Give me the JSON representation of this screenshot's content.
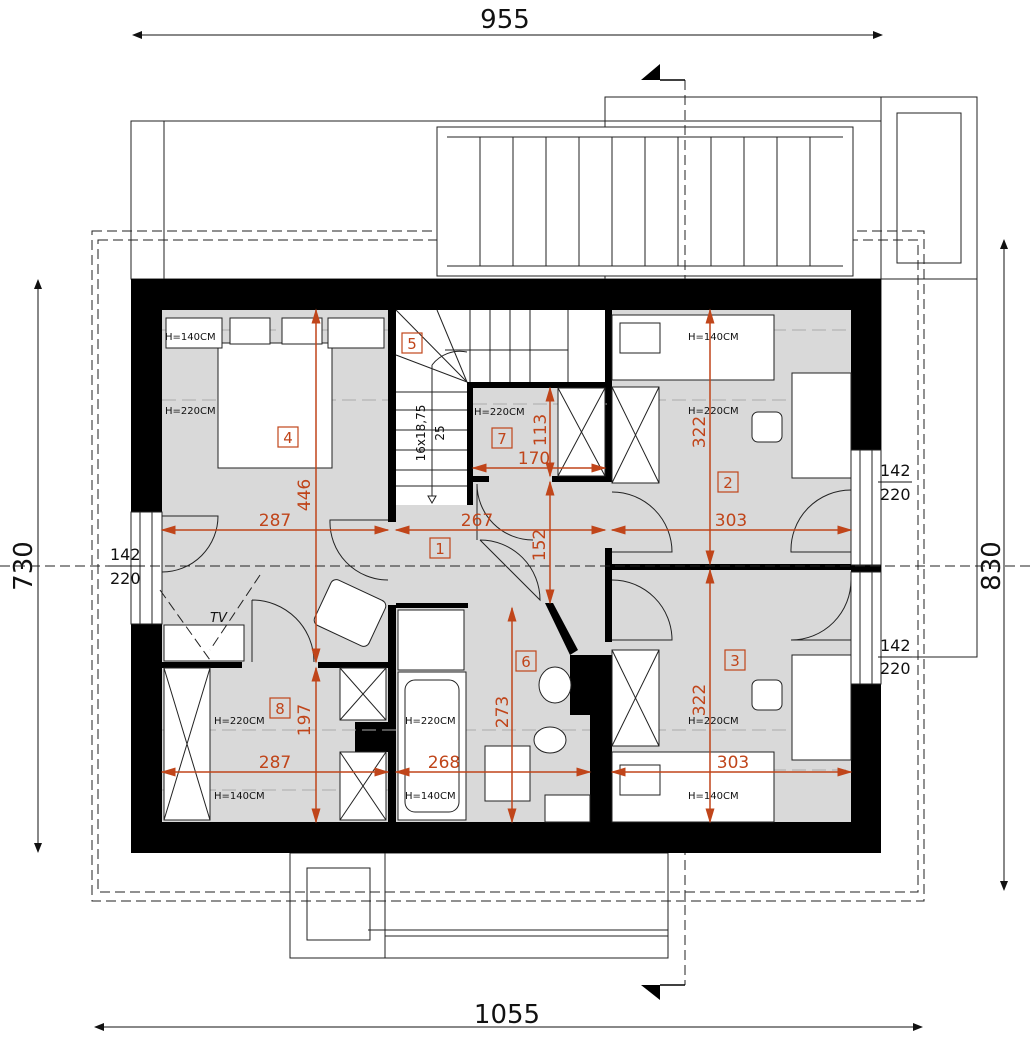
{
  "overall_dims": {
    "top": "955",
    "bottom": "1055",
    "left": "730",
    "right": "830"
  },
  "windows": {
    "left": {
      "width": "142",
      "height": "220"
    },
    "right_upper": {
      "width": "142",
      "height": "220"
    },
    "right_lower": {
      "width": "142",
      "height": "220"
    }
  },
  "rooms": {
    "r1": "1",
    "r2": "2",
    "r3": "3",
    "r4": "4",
    "r5": "5",
    "r6": "6",
    "r7": "7",
    "r8": "8"
  },
  "heights": {
    "h140": "H=140CM",
    "h220": "H=220CM"
  },
  "dims": {
    "r4_width": "287",
    "r4_length": "446",
    "r1_width": "267",
    "r1_length": "152",
    "r2_width": "303",
    "r2_length": "322",
    "r3_width": "303",
    "r3_length": "322",
    "r7_width": "170",
    "r7_length": "113",
    "r6_length": "273",
    "bath_width": "268",
    "r8_width": "287",
    "r8_length": "197"
  },
  "stairs": {
    "steps": "16x18,75",
    "tread": "25"
  },
  "tv_label": "TV"
}
